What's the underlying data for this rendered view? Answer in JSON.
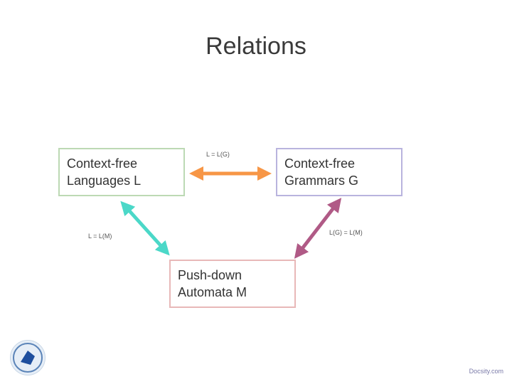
{
  "slide": {
    "title": "Relations",
    "nodes": {
      "cfl": {
        "line1": "Context-free",
        "line2": "Languages L"
      },
      "cfg": {
        "line1": "Context-free",
        "line2": "Grammars G"
      },
      "pda": {
        "line1": "Push-down",
        "line2": "Automata M"
      }
    },
    "edges": {
      "cfl_cfg": {
        "label": "L = L(G)",
        "color": "#f79646"
      },
      "cfl_pda": {
        "label": "L = L(M)",
        "color": "#4bd8c8"
      },
      "cfg_pda": {
        "label": "L(G) = L(M)",
        "color": "#b05a86"
      }
    },
    "footer": "Docsity.com",
    "logo_icon": "university-seal-icon"
  }
}
